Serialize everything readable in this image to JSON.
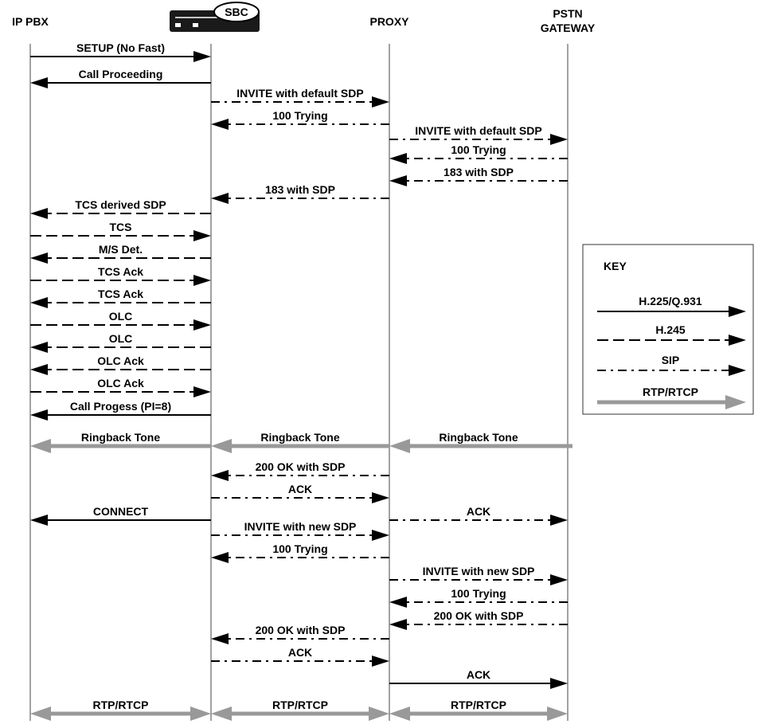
{
  "participants": [
    {
      "id": "pbx",
      "label": "IP PBX",
      "lines": [
        "IP PBX"
      ]
    },
    {
      "id": "sbc",
      "label": "SBC",
      "lines": [
        "SBC"
      ]
    },
    {
      "id": "proxy",
      "label": "PROXY",
      "lines": [
        "PROXY"
      ]
    },
    {
      "id": "gw",
      "label": "PSTN GATEWAY",
      "lines": [
        "PSTN",
        "GATEWAY"
      ]
    }
  ],
  "line_styles": {
    "h225": {
      "name": "H.225/Q.931",
      "pattern": "solid",
      "color": "#000000"
    },
    "h245": {
      "name": "H.245",
      "pattern": "dash",
      "color": "#000000"
    },
    "sip": {
      "name": "SIP",
      "pattern": "dashdot",
      "color": "#000000"
    },
    "rtp": {
      "name": "RTP/RTCP",
      "pattern": "thick",
      "color": "#999999"
    }
  },
  "key": {
    "title": "KEY",
    "items": [
      {
        "label": "H.225/Q.931",
        "style": "h225"
      },
      {
        "label": "H.245",
        "style": "h245"
      },
      {
        "label": "SIP",
        "style": "sip"
      },
      {
        "label": "RTP/RTCP",
        "style": "rtp"
      }
    ]
  },
  "messages": [
    {
      "label": "SETUP (No Fast)",
      "from": "pbx",
      "to": "sbc",
      "style": "h225"
    },
    {
      "label": "Call Proceeding",
      "from": "sbc",
      "to": "pbx",
      "style": "h225"
    },
    {
      "label": "INVITE with default SDP",
      "from": "sbc",
      "to": "proxy",
      "style": "sip"
    },
    {
      "label": "100 Trying",
      "from": "proxy",
      "to": "sbc",
      "style": "sip"
    },
    {
      "label": "INVITE with default SDP",
      "from": "proxy",
      "to": "gw",
      "style": "sip"
    },
    {
      "label": "100 Trying",
      "from": "gw",
      "to": "proxy",
      "style": "sip"
    },
    {
      "label": "183 with SDP",
      "from": "gw",
      "to": "proxy",
      "style": "sip"
    },
    {
      "label": "183 with SDP",
      "from": "proxy",
      "to": "sbc",
      "style": "sip"
    },
    {
      "label": "TCS derived SDP",
      "from": "sbc",
      "to": "pbx",
      "style": "h245"
    },
    {
      "label": "TCS",
      "from": "pbx",
      "to": "sbc",
      "style": "h245"
    },
    {
      "label": "M/S Det.",
      "from": "sbc",
      "to": "pbx",
      "style": "h245"
    },
    {
      "label": "TCS Ack",
      "from": "pbx",
      "to": "sbc",
      "style": "h245"
    },
    {
      "label": "TCS Ack",
      "from": "sbc",
      "to": "pbx",
      "style": "h245"
    },
    {
      "label": "OLC",
      "from": "pbx",
      "to": "sbc",
      "style": "h245"
    },
    {
      "label": "OLC",
      "from": "sbc",
      "to": "pbx",
      "style": "h245"
    },
    {
      "label": "OLC Ack",
      "from": "sbc",
      "to": "pbx",
      "style": "h245"
    },
    {
      "label": "OLC Ack",
      "from": "pbx",
      "to": "sbc",
      "style": "h245"
    },
    {
      "label": "Call Progess (PI=8)",
      "from": "sbc",
      "to": "pbx",
      "style": "h225"
    },
    {
      "label": "Ringback Tone",
      "from": "sbc",
      "to": "pbx",
      "style": "rtp"
    },
    {
      "label": "Ringback Tone",
      "from": "proxy",
      "to": "sbc",
      "style": "rtp"
    },
    {
      "label": "Ringback Tone",
      "from": "gw",
      "to": "proxy",
      "style": "rtp"
    },
    {
      "label": "200 OK with SDP",
      "from": "proxy",
      "to": "sbc",
      "style": "sip"
    },
    {
      "label": "ACK",
      "from": "sbc",
      "to": "proxy",
      "style": "sip"
    },
    {
      "label": "CONNECT",
      "from": "sbc",
      "to": "pbx",
      "style": "h225"
    },
    {
      "label": "ACK",
      "from": "proxy",
      "to": "gw",
      "style": "sip"
    },
    {
      "label": "INVITE with new SDP",
      "from": "sbc",
      "to": "proxy",
      "style": "sip"
    },
    {
      "label": "100 Trying",
      "from": "proxy",
      "to": "sbc",
      "style": "sip"
    },
    {
      "label": "INVITE with new SDP",
      "from": "proxy",
      "to": "gw",
      "style": "sip"
    },
    {
      "label": "100 Trying",
      "from": "gw",
      "to": "proxy",
      "style": "sip"
    },
    {
      "label": "200 OK with SDP",
      "from": "gw",
      "to": "proxy",
      "style": "sip"
    },
    {
      "label": "200 OK with SDP",
      "from": "proxy",
      "to": "sbc",
      "style": "sip"
    },
    {
      "label": "ACK",
      "from": "sbc",
      "to": "proxy",
      "style": "sip"
    },
    {
      "label": "ACK",
      "from": "proxy",
      "to": "gw",
      "style": "h225"
    },
    {
      "label": "RTP/RTCP",
      "from": "pbx",
      "to": "sbc",
      "style": "rtp",
      "bidirectional": true
    },
    {
      "label": "RTP/RTCP",
      "from": "sbc",
      "to": "proxy",
      "style": "rtp",
      "bidirectional": true
    },
    {
      "label": "RTP/RTCP",
      "from": "proxy",
      "to": "gw",
      "style": "rtp",
      "bidirectional": true
    }
  ]
}
